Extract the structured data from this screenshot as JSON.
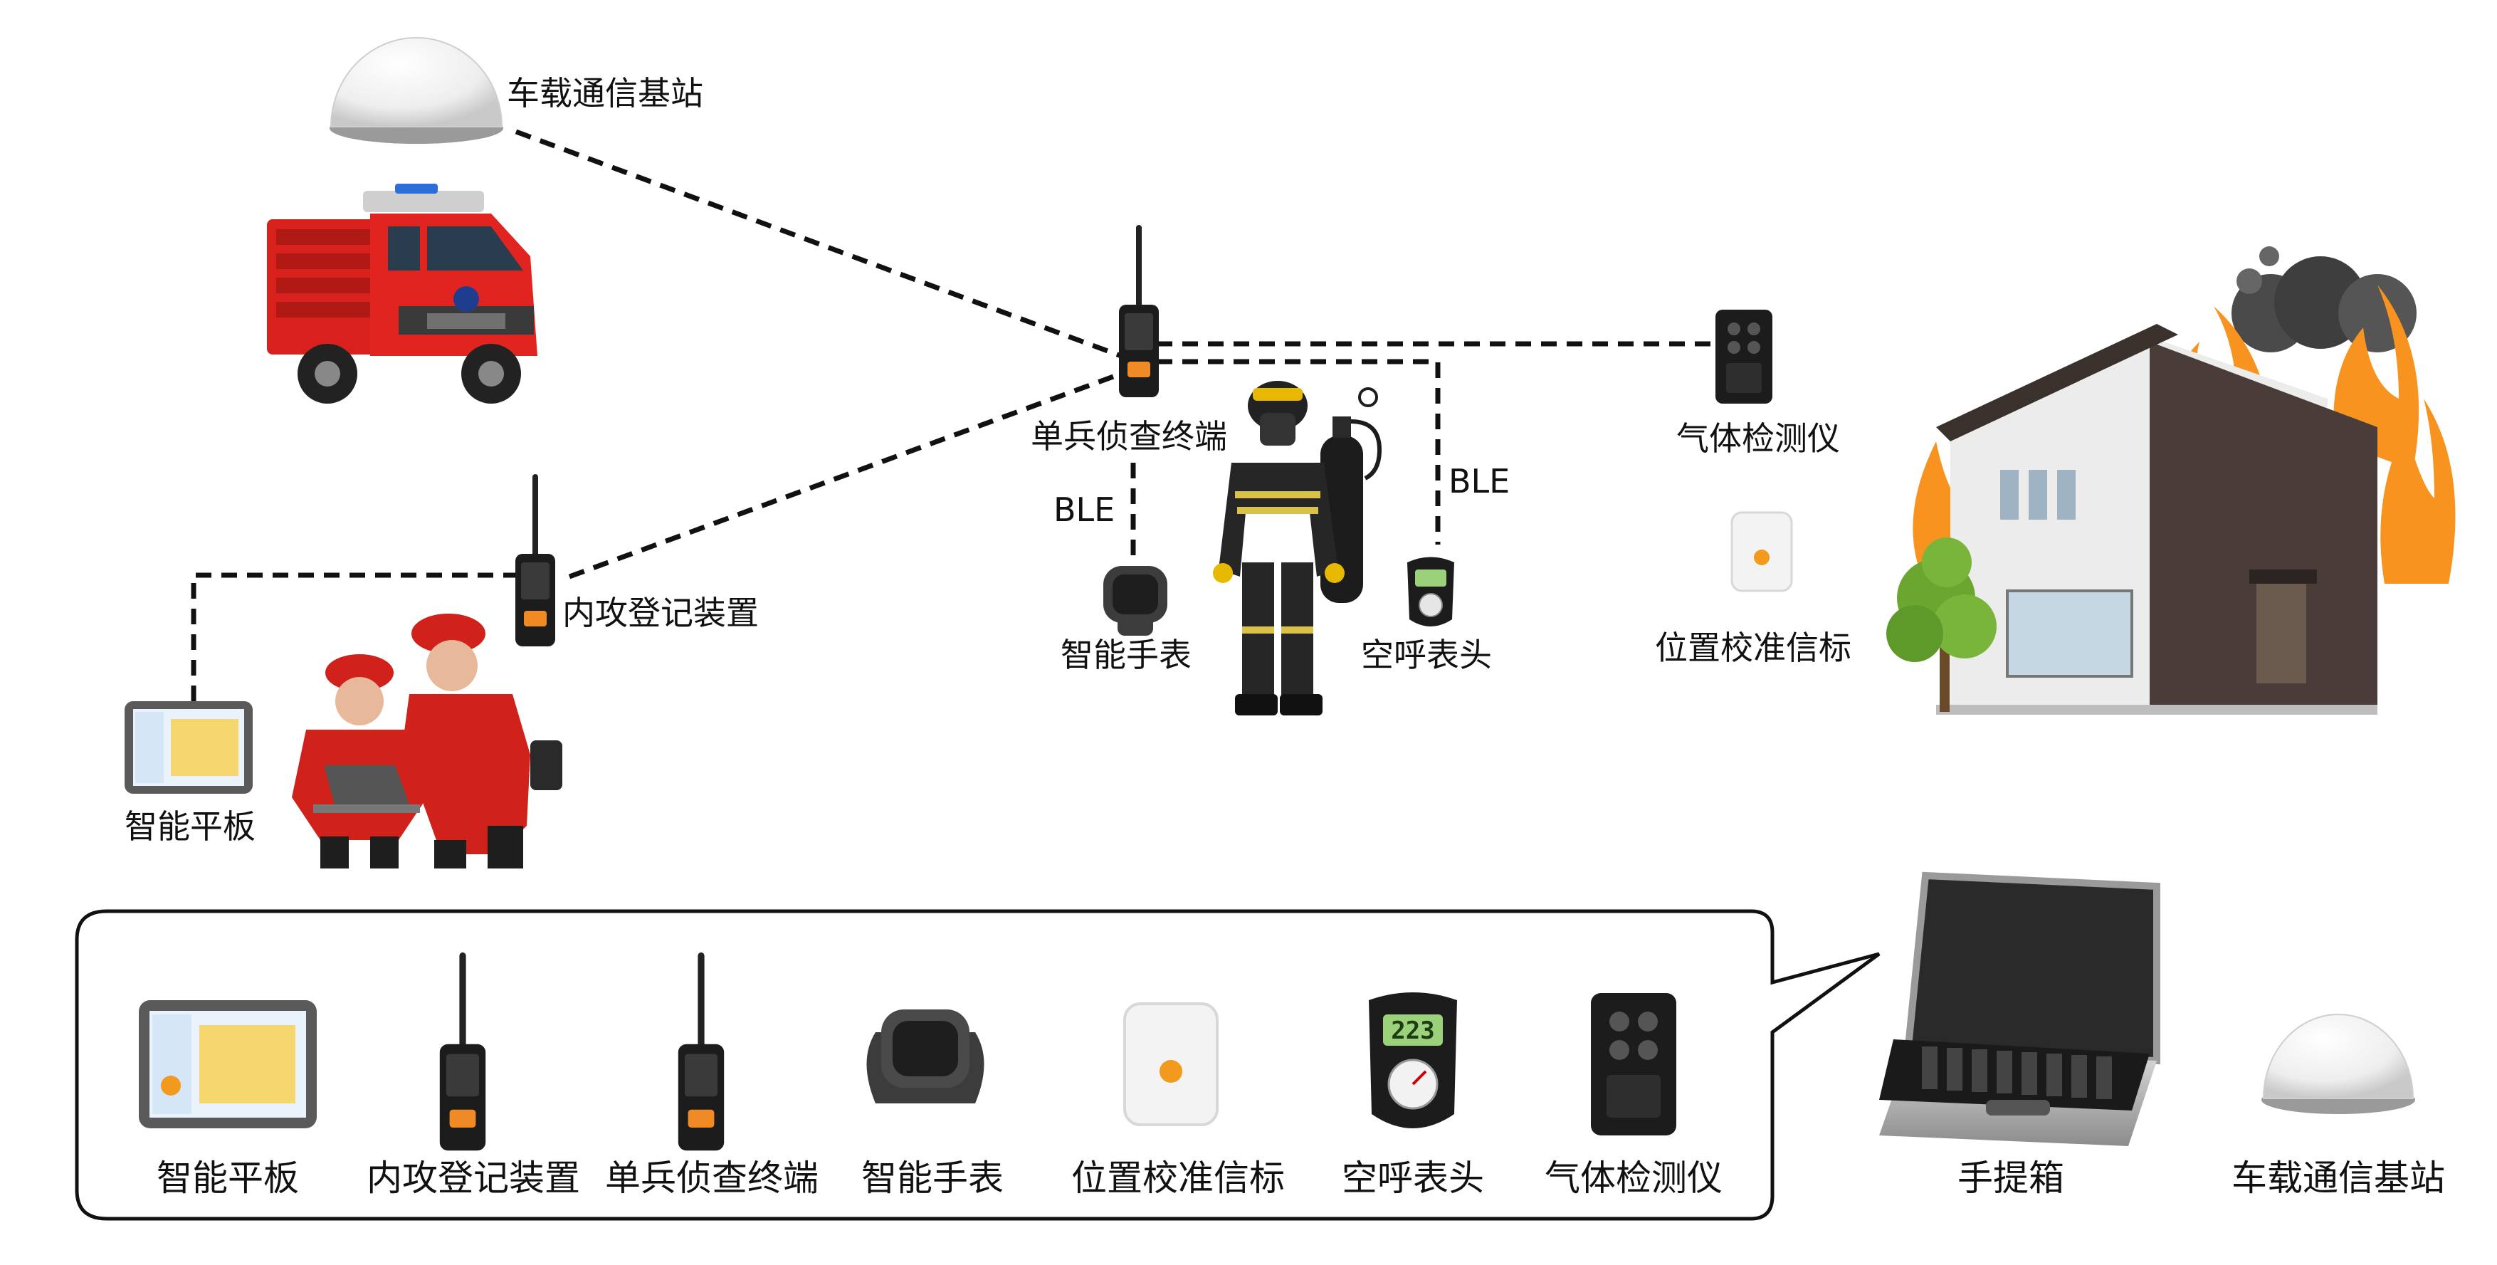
{
  "scene": {
    "base_station_top": "车载通信基站",
    "terminal": "单兵侦查终端",
    "gas_detector": "气体检测仪",
    "calib_beacon": "位置校准信标",
    "ble_left": "BLE",
    "ble_right": "BLE",
    "smart_watch": "智能手表",
    "air_gauge": "空呼表头",
    "entry_device": "内攻登记装置",
    "tablet": "智能平板"
  },
  "equipment_list": [
    {
      "label": "智能平板",
      "icon": "tablet-icon"
    },
    {
      "label": "内攻登记装置",
      "icon": "radio-device-icon"
    },
    {
      "label": "单兵侦查终端",
      "icon": "radio-device-icon"
    },
    {
      "label": "智能手表",
      "icon": "smart-watch-icon"
    },
    {
      "label": "位置校准信标",
      "icon": "beacon-icon"
    },
    {
      "label": "空呼表头",
      "icon": "air-gauge-icon"
    },
    {
      "label": "气体检测仪",
      "icon": "gas-detector-icon"
    }
  ],
  "extras": {
    "case": "手提箱",
    "base_station": "车载通信基站"
  },
  "gauge_readout": "223",
  "colors": {
    "truck_red": "#d8211d",
    "fire_orange": "#f7931e",
    "device_black": "#1c1c1c",
    "device_orange": "#f08a24",
    "house_brown": "#4a3c38",
    "tree_green": "#6aa630",
    "line": "#111111"
  }
}
